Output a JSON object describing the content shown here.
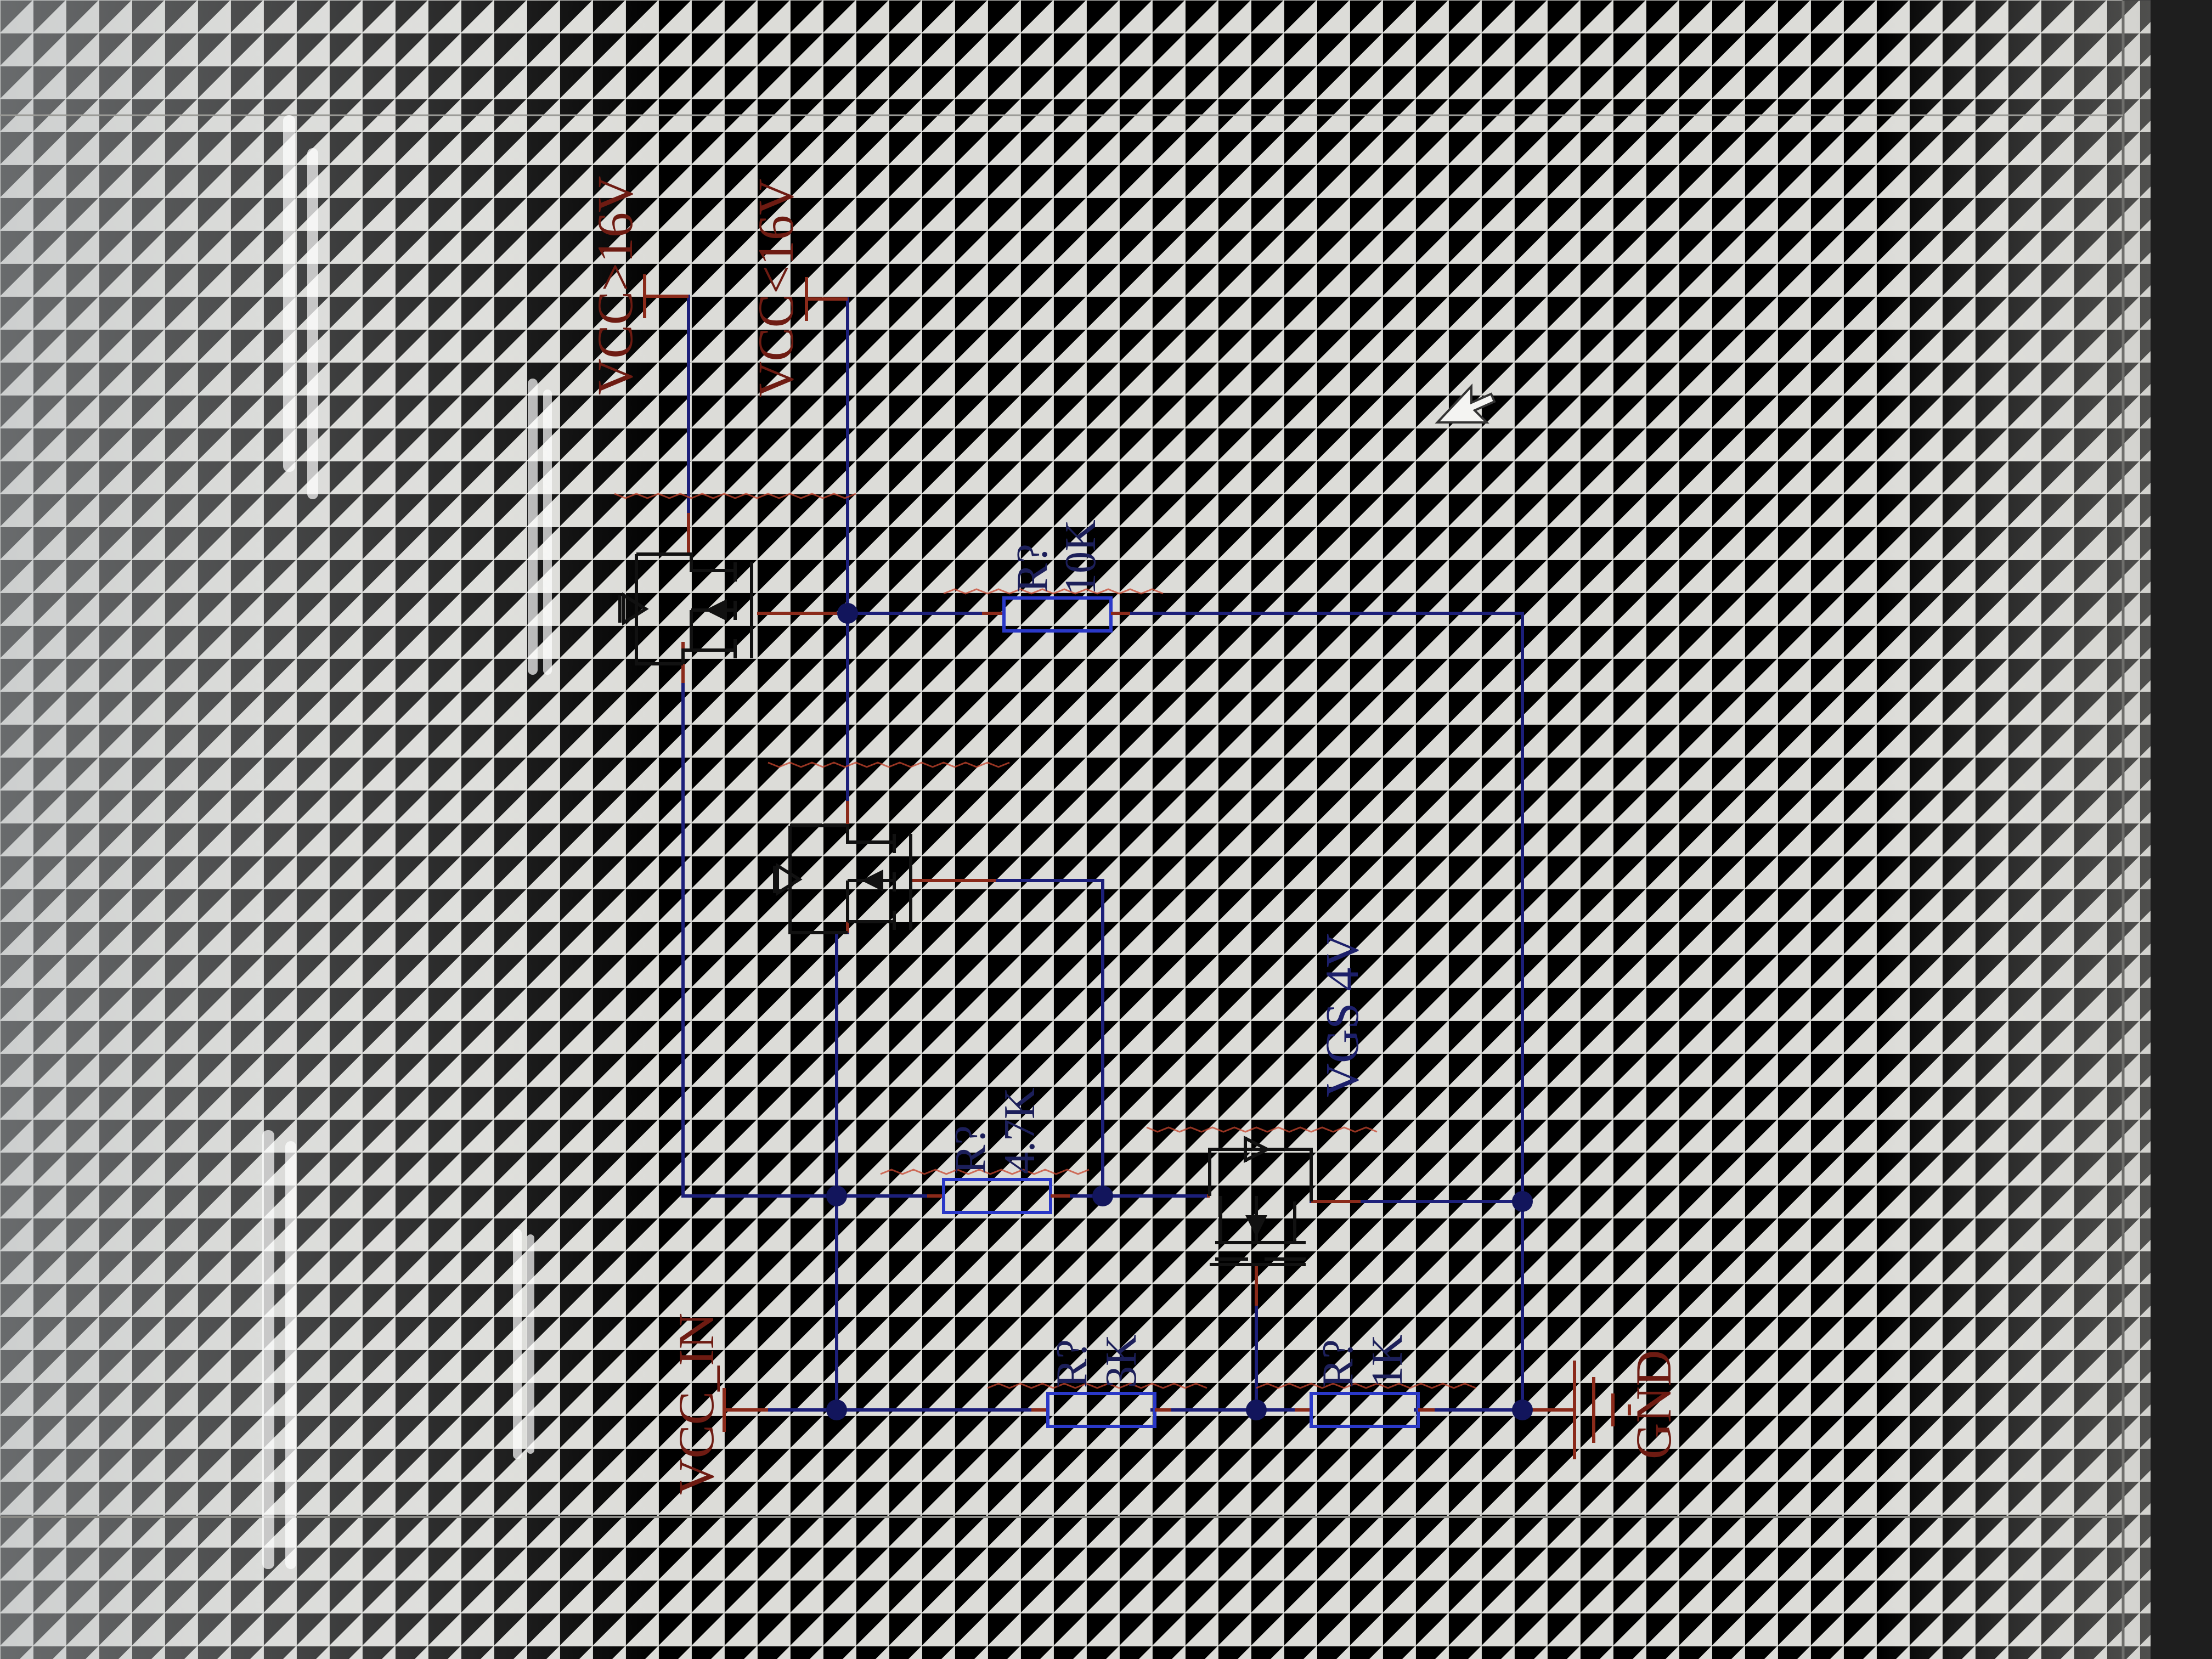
{
  "nets": {
    "vcc_gt": "VCC>16V",
    "vcc_lt": "VCC<16V",
    "vcc_in": "VCC_IN",
    "gnd": "GND"
  },
  "resistors": [
    {
      "designator": "R?",
      "value": "10K"
    },
    {
      "designator": "R?",
      "value": "4.7K"
    },
    {
      "designator": "R?",
      "value": "3K"
    },
    {
      "designator": "R?",
      "value": "1K"
    }
  ],
  "note": "VGS 4V",
  "components": {
    "mosfets": 3,
    "ground_symbol": "ground-icon"
  },
  "colors": {
    "wire": "#1c1f7a",
    "net_label": "#6e1b12",
    "resistor_outline": "#2a38c8",
    "junction": "#12155c",
    "sheet": "#dcdcd8"
  }
}
